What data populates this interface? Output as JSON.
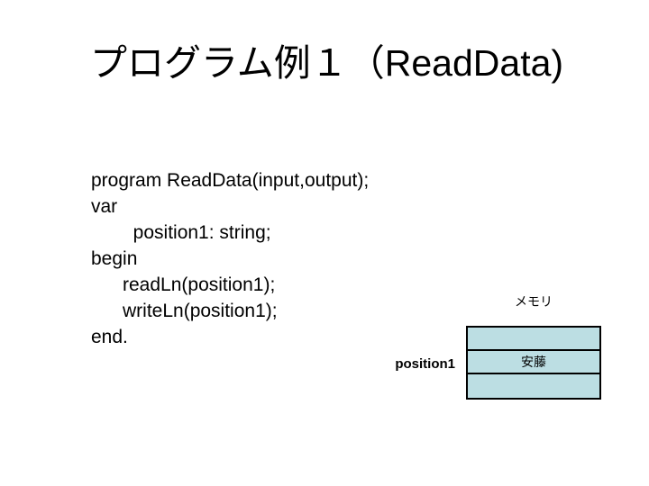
{
  "slide": {
    "title": "プログラム例１（ReadData)",
    "background_color": "#ffffff",
    "text_color": "#000000"
  },
  "code": {
    "lines": [
      "program ReadData(input,output);",
      "var",
      "        position1: string;",
      "begin",
      "      readLn(position1);",
      "      writeLn(position1);",
      "end."
    ]
  },
  "memory": {
    "heading": "メモリ",
    "pointer_label": "position1",
    "cell_fill_color": "#bcdee3",
    "cell_border_color": "#000000",
    "cells": [
      "",
      "安藤",
      ""
    ]
  }
}
